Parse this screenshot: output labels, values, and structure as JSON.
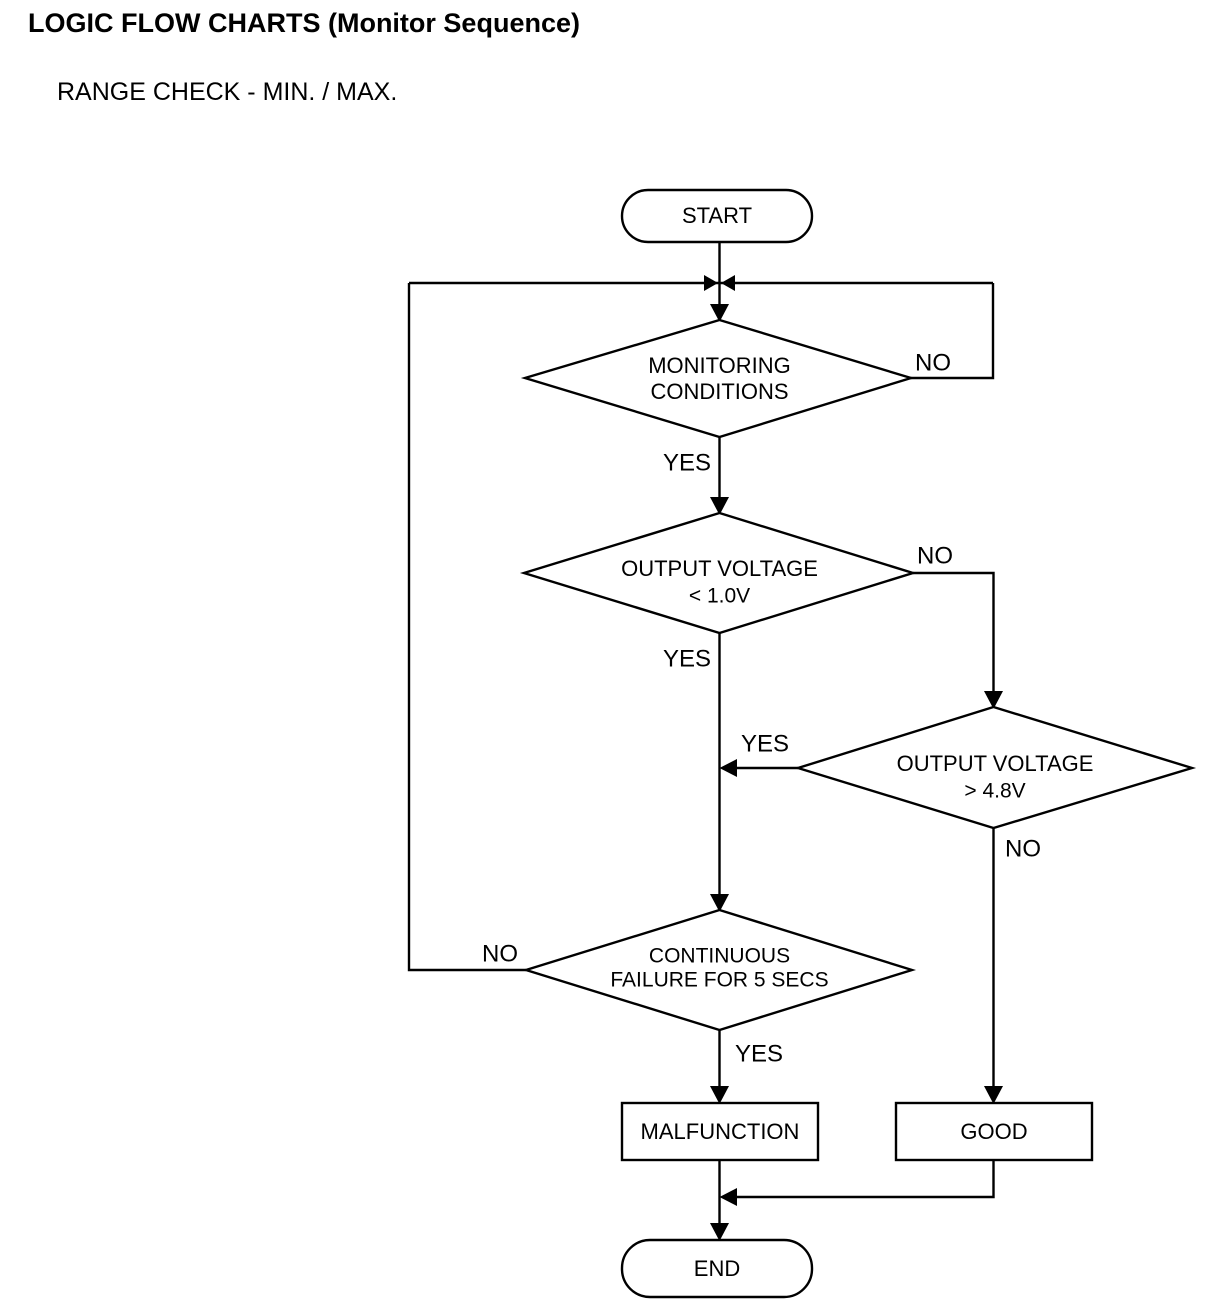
{
  "document": {
    "title": "LOGIC FLOW CHARTS (Monitor Sequence)",
    "subtitle": "RANGE CHECK - MIN. / MAX."
  },
  "chart_data": {
    "type": "flowchart",
    "title": "LOGIC FLOW CHARTS (Monitor Sequence)",
    "subtitle": "RANGE CHECK - MIN. / MAX.",
    "orientation": "top-to-bottom",
    "nodes": [
      {
        "id": "start",
        "shape": "terminator",
        "label": "START"
      },
      {
        "id": "monitoring",
        "shape": "decision",
        "label_line1": "MONITORING",
        "label_line2": "CONDITIONS"
      },
      {
        "id": "volt_min",
        "shape": "decision",
        "label_line1": "OUTPUT VOLTAGE",
        "label_line2": "< 1.0V"
      },
      {
        "id": "volt_max",
        "shape": "decision",
        "label_line1": "OUTPUT VOLTAGE",
        "label_line2": "> 4.8V"
      },
      {
        "id": "continuous",
        "shape": "decision",
        "label_line1": "CONTINUOUS",
        "label_line2": "FAILURE FOR 5 SECS"
      },
      {
        "id": "malfunction",
        "shape": "process",
        "label": "MALFUNCTION"
      },
      {
        "id": "good",
        "shape": "process",
        "label": "GOOD"
      },
      {
        "id": "end",
        "shape": "terminator",
        "label": "END"
      }
    ],
    "edges": [
      {
        "from": "start",
        "to": "monitoring",
        "label": ""
      },
      {
        "from": "monitoring",
        "to": "volt_min",
        "label": "YES"
      },
      {
        "from": "monitoring",
        "to": "start_junction",
        "label": "NO"
      },
      {
        "from": "volt_min",
        "to": "continuous",
        "label": "YES"
      },
      {
        "from": "volt_min",
        "to": "volt_max",
        "label": "NO"
      },
      {
        "from": "volt_max",
        "to": "continuous",
        "label": "YES"
      },
      {
        "from": "volt_max",
        "to": "good",
        "label": "NO"
      },
      {
        "from": "continuous",
        "to": "malfunction",
        "label": "YES"
      },
      {
        "from": "continuous",
        "to": "start_junction",
        "label": "NO"
      },
      {
        "from": "malfunction",
        "to": "end",
        "label": ""
      },
      {
        "from": "good",
        "to": "end",
        "label": ""
      }
    ],
    "edge_labels": {
      "monitoring_no": "NO",
      "monitoring_yes": "YES",
      "volt_min_no": "NO",
      "volt_min_yes": "YES",
      "volt_max_yes": "YES",
      "volt_max_no": "NO",
      "continuous_no": "NO",
      "continuous_yes": "YES"
    },
    "colors": {
      "stroke": "#000000",
      "fill": "#ffffff",
      "text": "#000000"
    }
  }
}
